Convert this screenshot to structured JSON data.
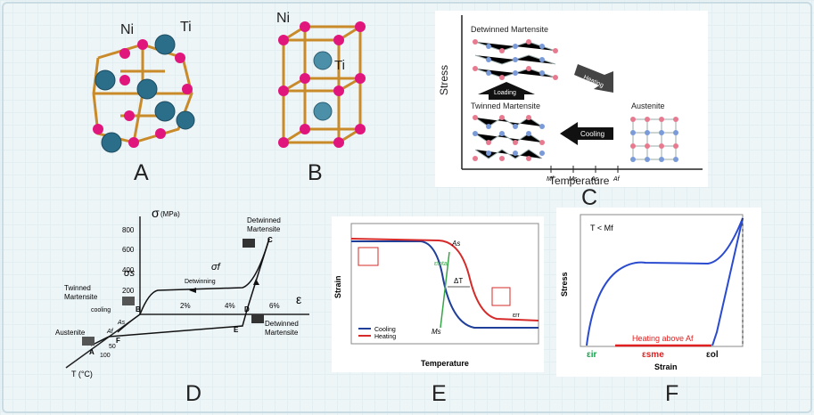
{
  "figure": {
    "panel_labels": [
      "A",
      "B",
      "C",
      "D",
      "E",
      "F"
    ]
  },
  "panelA": {
    "atom1": "Ni",
    "atom2": "Ti"
  },
  "panelB": {
    "atom1": "Ni",
    "atom2": "Ti"
  },
  "panelC": {
    "top_title": "Detwinned Martensite",
    "left_title": "Twinned Martensite",
    "right_title": "Austenite",
    "loading": "Loading",
    "heating": "Heating",
    "cooling": "Cooling",
    "y_label": "Stress",
    "x_label": "Temperature",
    "ticks": [
      "Mf",
      "Ms",
      "As",
      "Af"
    ]
  },
  "panelD": {
    "sigma_axis": "σ",
    "sigma_unit": "(MPa)",
    "stress_ticks": [
      "800",
      "600",
      "400",
      "200"
    ],
    "strain_ticks": [
      "2%",
      "4%",
      "6%"
    ],
    "epsilon": "ε",
    "temp_axis": "T (°C)",
    "temp_ticks": [
      "50",
      "100"
    ],
    "sigma_s": "σs",
    "sigma_f": "σf",
    "twinned": [
      "Twinned",
      "Martensite"
    ],
    "detwinned_top": [
      "Detwinned",
      "Martensite"
    ],
    "detwinned_bottom": [
      "Detwinned",
      "Martensite"
    ],
    "austenite": "Austenite",
    "detwinning": "Detwinning",
    "cooling": "cooling",
    "pts": [
      "A",
      "B",
      "C",
      "D",
      "E",
      "F"
    ],
    "As": "As",
    "Af": "Af"
  },
  "panelE": {
    "y_label": "Strain",
    "x_label": "Temperature",
    "legend": [
      "Cooling",
      "Heating"
    ],
    "colors": {
      "cooling": "#1f3f99",
      "heating": "#d62a2a",
      "arrow": "#3aa64a"
    },
    "As": "As",
    "Ms": "Ms",
    "dT": "ΔT",
    "eps_total": "εtotal",
    "eps_rr": "εrr"
  },
  "panelF": {
    "cond": "T < Mf",
    "y_label": "Stress",
    "x_label": "Strain",
    "heating": "Heating above Af",
    "eps_ir": "εir",
    "eps_sme": "εsme",
    "eps_ol": "εol",
    "colors": {
      "curve": "#2a4bd0",
      "heating": "#e02020",
      "eps_ir": "#15a34a"
    }
  }
}
